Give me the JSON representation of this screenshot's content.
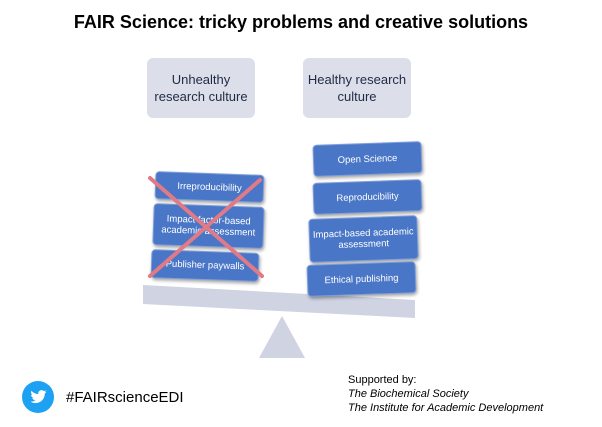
{
  "title": "FAIR Science: tricky problems and creative solutions",
  "left_label": "Unhealthy research culture",
  "right_label": "Healthy research culture",
  "left_blocks": [
    "Irreproducibility",
    "Impact factor-based academic assessment",
    "Publisher paywalls"
  ],
  "right_blocks": [
    "Open Science",
    "Reproducibility",
    "Impact-based academic assessment",
    "Ethical publishing"
  ],
  "colors": {
    "block_blue": "#4a76c7",
    "label_box": "#dcdfea",
    "scale_gray": "#cfd3e2",
    "cross_red": "#e07a86",
    "twitter_blue": "#1da1f2"
  },
  "icons": {
    "twitter": "twitter-bird-icon",
    "cross": "red-x-cross-icon"
  },
  "hashtag": "#FAIRscienceEDI",
  "supported": {
    "heading": "Supported by:",
    "orgs": [
      "The Biochemical Society",
      "The Institute for Academic Development"
    ]
  }
}
